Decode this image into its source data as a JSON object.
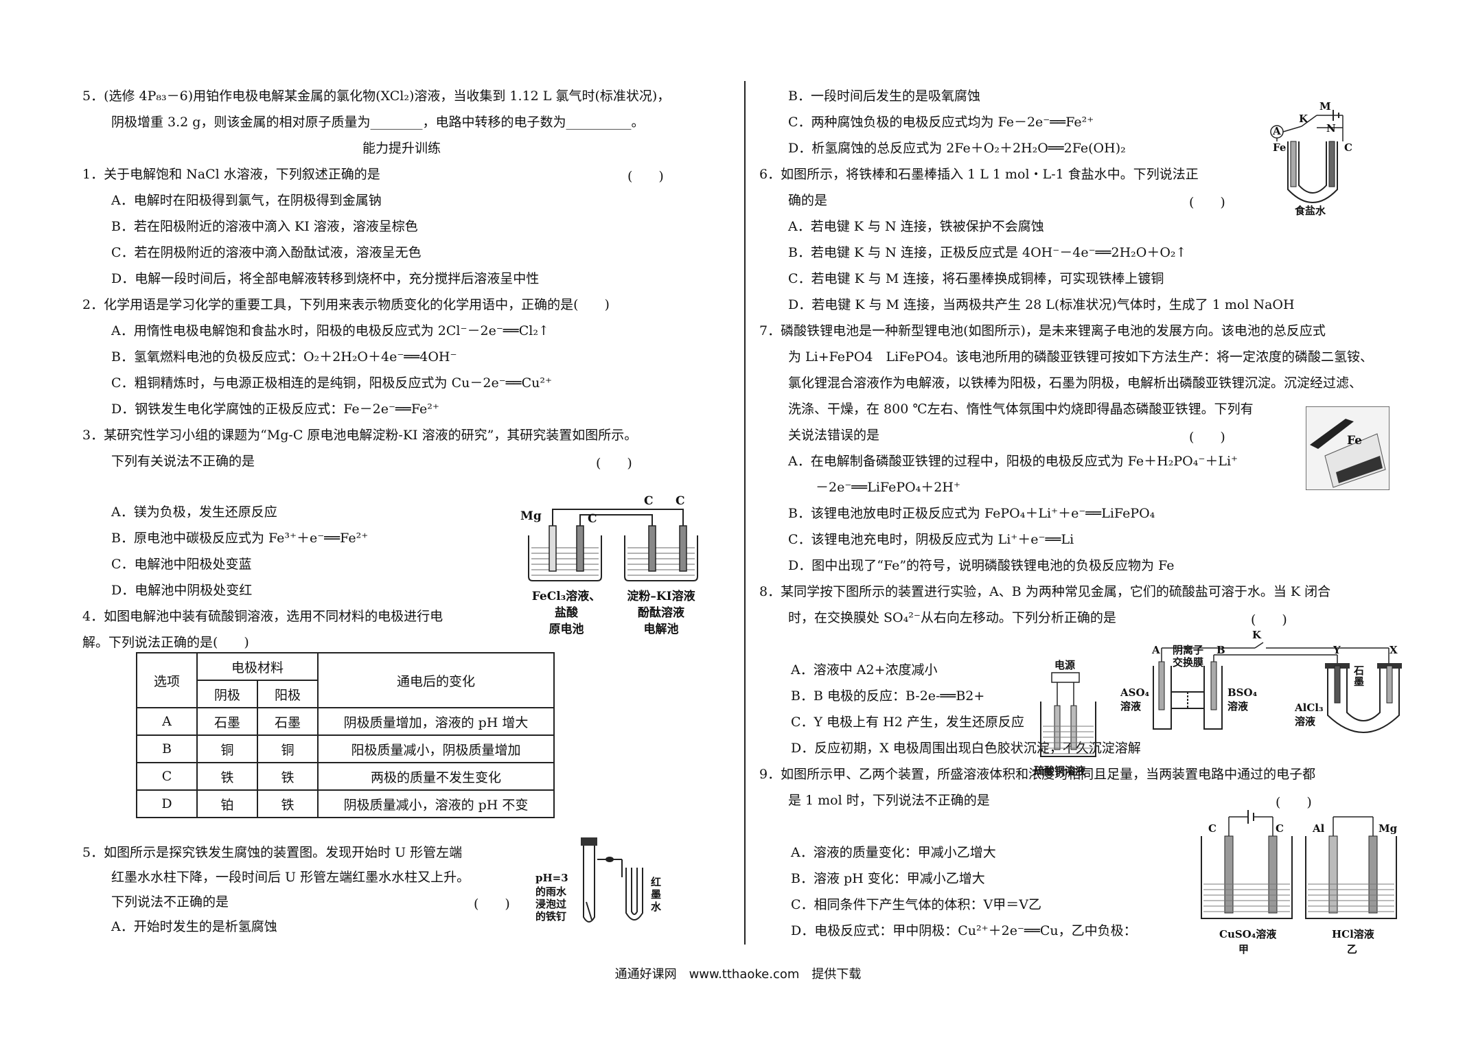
{
  "left": {
    "q5_l1": "5．(选修 4P₈₃－6)用铂作电极电解某金属的氯化物(XCl₂)溶液，当收集到 1.12 L 氯气时(标准状况)，",
    "q5_l2": "阴极增重 3.2 g，则该金属的相对原子质量为________，电路中转移的电子数为__________。",
    "section_title": "能力提升训练",
    "q1": "1．关于电解饱和 NaCl 水溶液，下列叙述正确的是",
    "q1_paren": "(　　)",
    "q1_a": "A．电解时在阳极得到氯气，在阴极得到金属钠",
    "q1_b": "B．若在阳极附近的溶液中滴入 KI 溶液，溶液呈棕色",
    "q1_c": "C．若在阴极附近的溶液中滴入酚酞试液，溶液呈无色",
    "q1_d": "D．电解一段时间后，将全部电解液转移到烧杯中，充分搅拌后溶液呈中性",
    "q2": "2．化学用语是学习化学的重要工具，下列用来表示物质变化的化学用语中，正确的是(　　)",
    "q2_a": "A．用惰性电极电解饱和食盐水时，阳极的电极反应式为 2Cl⁻－2e⁻══Cl₂↑",
    "q2_b": "B．氢氧燃料电池的负极反应式：O₂＋2H₂O＋4e⁻══4OH⁻",
    "q2_c": "C．粗铜精炼时，与电源正极相连的是纯铜，阳极反应式为 Cu－2e⁻══Cu²⁺",
    "q2_d": "D．钢铁发生电化学腐蚀的正极反应式：Fe－2e⁻══Fe²⁺",
    "q3_l1": "3．某研究性学习小组的课题为“Mg-C 原电池电解淀粉-KI 溶液的研究”，其研究装置如图所示。",
    "q3_l2": "下列有关说法不正确的是",
    "q3_paren": "(　　)",
    "q3_a": "A．镁为负极，发生还原反应",
    "q3_b": "B．原电池中碳极反应式为 Fe³⁺＋e⁻══Fe²⁺",
    "q3_c": "C．电解池中阳极处变蓝",
    "q3_d": "D．电解池中阴极处变红",
    "q4_l1": "4．如图电解池中装有硫酸铜溶液，选用不同材料的电极进行电",
    "q4_l2": "解。下列说法正确的是(　　)",
    "q5b_l1": "5．如图所示是探究铁发生腐蚀的装置图。发现开始时 U 形管左端",
    "q5b_l2": "红墨水水柱下降，一段时间后 U 形管左端红墨水水柱又上升。",
    "q5b_l3": "下列说法不正确的是",
    "q5b_paren": "(　　)",
    "q5b_a": "A．开始时发生的是析氢腐蚀"
  },
  "table": {
    "h_option": "选项",
    "h_material": "电极材料",
    "h_change": "通电后的变化",
    "h_cathode": "阴极",
    "h_anode": "阳极",
    "rows": [
      {
        "opt": "A",
        "cathode": "石墨",
        "anode": "石墨",
        "change": "阴极质量增加，溶液的 pH 增大"
      },
      {
        "opt": "B",
        "cathode": "铜",
        "anode": "铜",
        "change": "阳极质量减小，阴极质量增加"
      },
      {
        "opt": "C",
        "cathode": "铁",
        "anode": "铁",
        "change": "两极的质量不发生变化"
      },
      {
        "opt": "D",
        "cathode": "铂",
        "anode": "铁",
        "change": "阴极质量减小，溶液的 pH 不变"
      }
    ]
  },
  "fig_q3": {
    "mg": "Mg",
    "c1": "C",
    "c2": "C",
    "c3": "C",
    "cap1_l1": "FeCl₃溶液、",
    "cap1_l2": "盐酸",
    "cap1_l3": "原电池",
    "cap2_l1": "淀粉–KI溶液",
    "cap2_l2": "酚酞溶液",
    "cap2_l3": "电解池"
  },
  "fig_q4": {
    "power": "电源",
    "solution": "硫酸铜溶液"
  },
  "fig_q5": {
    "label1": "pH=3",
    "label2": "的雨水",
    "label3": "浸泡过",
    "label4": "的铁钉",
    "ink1": "红",
    "ink2": "墨",
    "ink3": "水"
  },
  "right": {
    "q5_b": "B．一段时间后发生的是吸氧腐蚀",
    "q5_c": "C．两种腐蚀负极的电极反应式均为 Fe－2e⁻══Fe²⁺",
    "q5_d": "D．析氢腐蚀的总反应式为 2Fe＋O₂＋2H₂O══2Fe(OH)₂",
    "q6_l1": "6．如图所示，将铁棒和石墨棒插入 1 L 1 mol・L-1 食盐水中。下列说法正",
    "q6_l2": "确的是",
    "q6_paren": "(　　)",
    "q6_a": "A．若电键 K 与 N 连接，铁被保护不会腐蚀",
    "q6_b": "B．若电键 K 与 N 连接，正极反应式是 4OH⁻－4e⁻══2H₂O＋O₂↑",
    "q6_c": "C．若电键 K 与 M 连接，将石墨棒换成铜棒，可实现铁棒上镀铜",
    "q6_d": "D．若电键 K 与 M 连接，当两极共产生 28 L(标准状况)气体时，生成了 1 mol NaOH",
    "q7_l1": "7．磷酸铁锂电池是一种新型锂电池(如图所示)，是未来锂离子电池的发展方向。该电池的总反应式",
    "q7_l2": "为 Li+FePO4　LiFePO4。该电池所用的磷酸亚铁锂可按如下方法生产：将一定浓度的磷酸二氢铵、",
    "q7_l3": "氯化锂混合溶液作为电解液，以铁棒为阳极，石墨为阴极，电解析出磷酸亚铁锂沉淀。沉淀经过滤、",
    "q7_l4": "洗涤、干燥，在 800 ℃左右、惰性气体氛围中灼烧即得晶态磷酸亚铁锂。下列有",
    "q7_l5": "关说法错误的是",
    "q7_paren": "(　　)",
    "q7_a1": "A．在电解制备磷酸亚铁锂的过程中，阳极的电极反应式为 Fe＋H₂PO₄⁻＋Li⁺",
    "q7_a2": "－2e⁻══LiFePO₄＋2H⁺",
    "q7_b": "B．该锂电池放电时正极反应式为 FePO₄＋Li⁺＋e⁻══LiFePO₄",
    "q7_c": "C．该锂电池充电时，阴极反应式为 Li⁺＋e⁻══Li",
    "q7_d": "D．图中出现了“Fe”的符号，说明磷酸铁锂电池的负极反应物为 Fe",
    "q8_l1": "8．某同学按下图所示的装置进行实验，A、B 为两种常见金属，它们的硫酸盐可溶于水。当 K 闭合",
    "q8_l2": "时，在交换膜处 SO₄²⁻从右向左移动。下列分析正确的是",
    "q8_paren": "(　　)",
    "q8_a": "A．溶液中 A2+浓度减小",
    "q8_b": "B．B 电极的反应：B-2e-══B2+",
    "q8_c": "C．Y 电极上有 H2 产生，发生还原反应",
    "q8_d": "D．反应初期，X 电极周围出现白色胶状沉淀，不久沉淀溶解",
    "q9_l1": "9．如图所示甲、乙两个装置，所盛溶液体积和浓度均相同且足量，当两装置电路中通过的电子都",
    "q9_l2": "是 1 mol 时，下列说法不正确的是",
    "q9_paren": "(　　)",
    "q9_a": "A．溶液的质量变化：甲减小乙增大",
    "q9_b": "B．溶液 pH 变化：甲减小乙增大",
    "q9_c": "C．相同条件下产生气体的体积：V甲＝V乙",
    "q9_d": "D．电极反应式：甲中阴极：Cu²⁺＋2e⁻══Cu，乙中负极："
  },
  "fig_q6": {
    "m": "M",
    "k": "K",
    "n": "N",
    "a": "A",
    "fe": "Fe",
    "c": "C",
    "cap": "食盐水"
  },
  "fig_q7": {
    "fe": "Fe"
  },
  "fig_q8": {
    "a": "A",
    "b": "B",
    "k": "K",
    "y": "Y",
    "x": "X",
    "membrane1": "阴离子",
    "membrane2": "交换膜",
    "aso4_1": "ASO₄",
    "aso4_2": "溶液",
    "bso4_1": "BSO₄",
    "bso4_2": "溶液",
    "alcl3_1": "AlCl₃",
    "alcl3_2": "溶液",
    "graphite1": "石",
    "graphite2": "墨"
  },
  "fig_q9": {
    "c1": "C",
    "c2": "C",
    "al": "Al",
    "mg": "Mg",
    "cap1": "CuSO₄溶液",
    "cap2": "HCl溶液",
    "jia": "甲",
    "yi": "乙"
  },
  "footer": "通通好课网　www.tthaoke.com　提供下载"
}
